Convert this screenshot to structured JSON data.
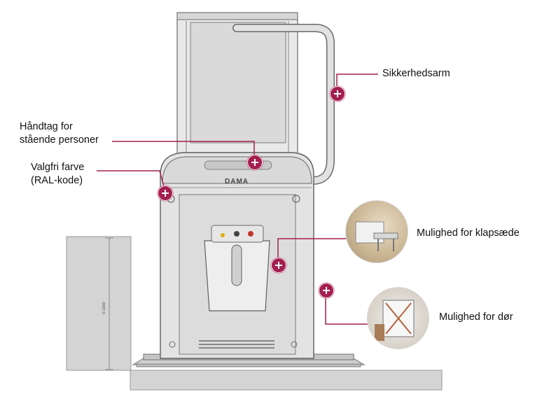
{
  "accent_color": "#a41f4f",
  "brand_mark": "DAMA",
  "dimension_label": "0-1500",
  "annotations": [
    {
      "id": "sikkerhedsarm",
      "lines": [
        "Sikkerhedsarm"
      ]
    },
    {
      "id": "haandtag",
      "lines": [
        "Håndtag for",
        "stående personer"
      ]
    },
    {
      "id": "farve",
      "lines": [
        "Valgfri farve",
        "(RAL-kode)"
      ]
    },
    {
      "id": "klapsaede",
      "lines": [
        "Mulighed for klapsæde"
      ]
    },
    {
      "id": "doer",
      "lines": [
        "Mulighed for dør"
      ]
    }
  ]
}
